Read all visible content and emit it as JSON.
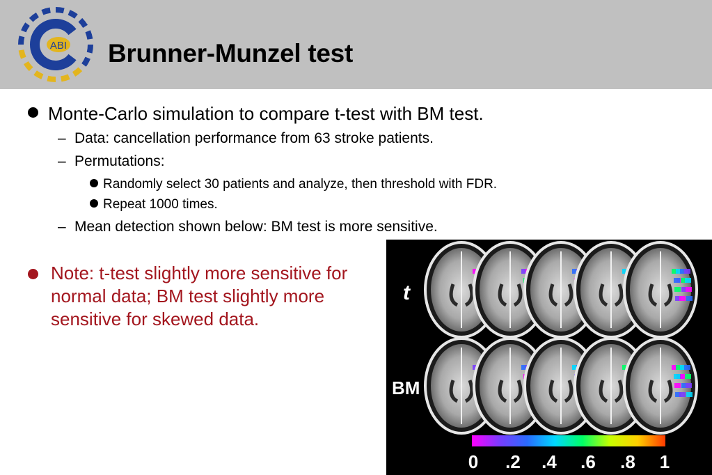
{
  "header": {
    "title": "Brunner-Munzel test",
    "logo_text": "ABI",
    "background": "#c0c0c0",
    "logo_colors": {
      "blue": "#1d3f9a",
      "gold": "#e3b51e"
    }
  },
  "bullets": [
    {
      "level": 1,
      "text": "Monte-Carlo simulation to compare t-test with BM test."
    },
    {
      "level": 2,
      "text": "Data: cancellation performance from 63 stroke patients."
    },
    {
      "level": 2,
      "text": "Permutations:"
    },
    {
      "level": 3,
      "text": "Randomly select 30 patients and analyze, then threshold with FDR."
    },
    {
      "level": 3,
      "text": "Repeat 1000 times."
    },
    {
      "level": 2,
      "text": "Mean detection shown below: BM test is more sensitive."
    }
  ],
  "note": {
    "text": "Note: t-test slightly more sensitive for normal data; BM test slightly more sensitive for skewed data.",
    "color": "#a3161e"
  },
  "figure": {
    "rows": [
      "t",
      "BM"
    ],
    "slices_per_row": 5,
    "colorbar_ticks": [
      "0",
      ".2",
      ".4",
      ".6",
      ".8",
      "1"
    ],
    "colorbar_colors": [
      "#ff00ff",
      "#7a3cff",
      "#2a6bff",
      "#00d8ff",
      "#00ff66",
      "#c8ff00",
      "#ffd000",
      "#ff3a00"
    ]
  }
}
